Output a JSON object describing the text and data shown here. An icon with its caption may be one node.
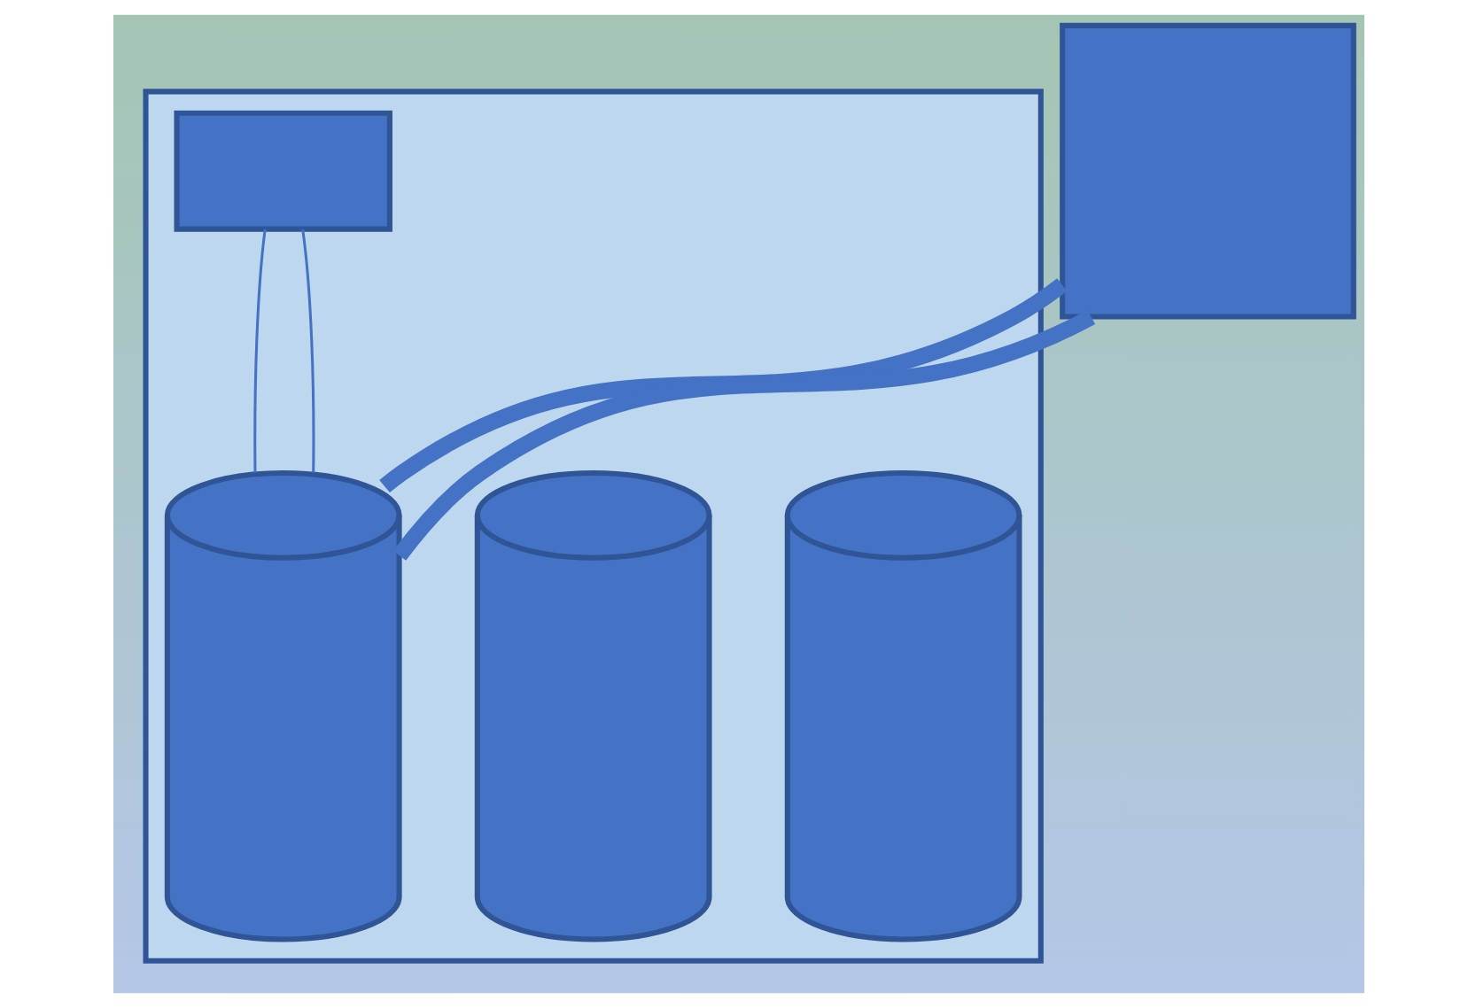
{
  "diagram": {
    "nodes": [
      {
        "text": [],
        "shape": "box"
      },
      {
        "text": [],
        "shape": "box",
        "in": 0
      },
      {
        "text": [],
        "shape": "cylinder",
        "in": 0
      },
      {
        "text": [],
        "shape": "cylinder",
        "in": 0
      },
      {
        "text": [],
        "shape": "cylinder",
        "in": 0
      },
      {
        "text": [],
        "shape": "box"
      }
    ],
    "edges": [
      {
        "from": 5,
        "to": 2,
        "arrow": "none",
        "style": "thick"
      },
      {
        "from": 5,
        "to": 2,
        "arrow": "none",
        "style": "thick"
      },
      {
        "from": 1,
        "to": 2,
        "arrow": "none"
      },
      {
        "from": 1,
        "to": 2,
        "arrow": "none"
      }
    ]
  }
}
